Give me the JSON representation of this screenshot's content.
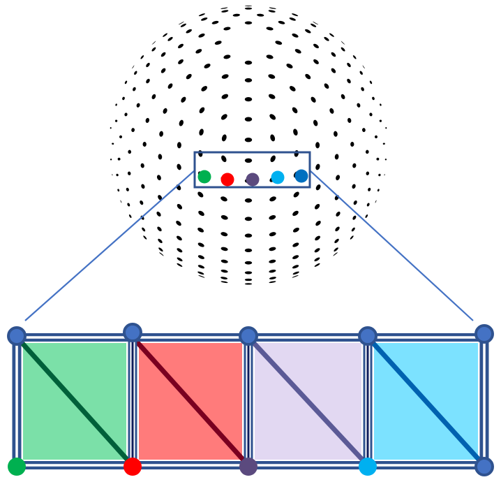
{
  "sphere": {
    "dot_color": "#000000",
    "background": "#ffffff"
  },
  "sample_dots": [
    {
      "name": "green-sample-dot",
      "color": "#00b050"
    },
    {
      "name": "red-sample-dot",
      "color": "#ff0000"
    },
    {
      "name": "purple-sample-dot",
      "color": "#5b4a7e"
    },
    {
      "name": "light-blue-sample-dot",
      "color": "#00b0f0"
    },
    {
      "name": "blue-sample-dot",
      "color": "#0070c0"
    }
  ],
  "selection_box": {
    "stroke": "#2f528f"
  },
  "zoom_lines": {
    "stroke": "#4472c4"
  },
  "cells": [
    {
      "name": "green-cell",
      "fill": "#7be0a8",
      "diagonal": "#00603a",
      "corner": "#00b050"
    },
    {
      "name": "red-cell",
      "fill": "#ff7b7b",
      "diagonal": "#7a0020",
      "corner": "#ff0000"
    },
    {
      "name": "lavender-cell",
      "fill": "#e2d8f2",
      "diagonal": "#5b5a96",
      "corner": "#5b4a7e"
    },
    {
      "name": "cyan-cell",
      "fill": "#7ce2ff",
      "diagonal": "#0062b0",
      "corner": "#00b0f0"
    }
  ],
  "grid": {
    "frame_color": "#2f528f",
    "inner_gap_color": "#ffffff",
    "double_line_color": "#0f1c5c",
    "node_fill": "#4472c4",
    "node_stroke": "#2f528f",
    "last_corner": "#2f528f"
  }
}
